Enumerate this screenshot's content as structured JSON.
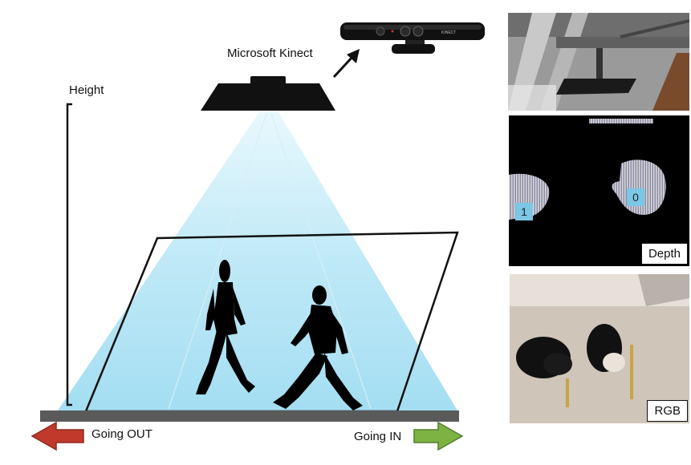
{
  "labels": {
    "sensor": "Microsoft Kinect",
    "height": "Height",
    "going_out": "Going OUT",
    "going_in": "Going IN",
    "device_brand": "KINECT"
  },
  "panels": {
    "depth_tag": "Depth",
    "rgb_tag": "RGB",
    "blob_ids": [
      "1",
      "0"
    ]
  },
  "colors": {
    "beam": "#aee6f5",
    "floor": "#5a5a5a",
    "arrow_out": "#c0392b",
    "arrow_in": "#7cb342",
    "blob_label": "#7cc6e6"
  }
}
